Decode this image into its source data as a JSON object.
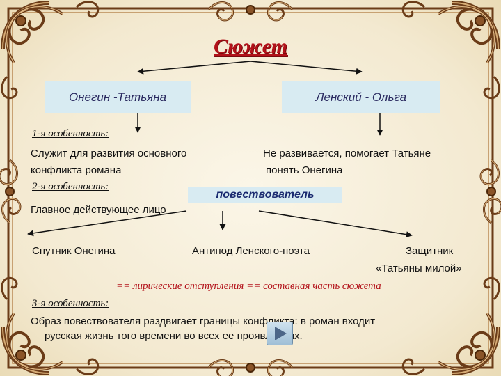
{
  "title": "Сюжет",
  "branches": {
    "left": "Онегин -Татьяна",
    "right": "Ленский - Ольга"
  },
  "feature1": {
    "label": "1-я особенность:",
    "left_line1": "Служит для развития основного",
    "left_line2": "конфликта романа",
    "right_line1": "Не развивается, помогает Татьяне",
    "right_line2": "понять Онегина"
  },
  "feature2": {
    "label": "2-я особенность:",
    "narrator": "повествователь",
    "main_hero": "Главное действующее лицо",
    "companion": "Спутник Онегина",
    "antipode": "Антипод Ленского-поэта",
    "defender_line1": "Защитник",
    "defender_line2": "«Татьяны милой»"
  },
  "lyric_note": "== лирические отступления == составная часть сюжета",
  "feature3": {
    "label": "3-я особенность:",
    "line1": "Образ повествователя раздвигает границы конфликта: в роман входит",
    "line2": "русская жизнь того времени во всех ее проявлениях."
  },
  "colors": {
    "title": "#b3121a",
    "box_fill": "#d8ebf2",
    "frame": "#7a4a22",
    "background": "#f4ecd6"
  },
  "icons": [
    "ornament-frame",
    "play-icon"
  ]
}
